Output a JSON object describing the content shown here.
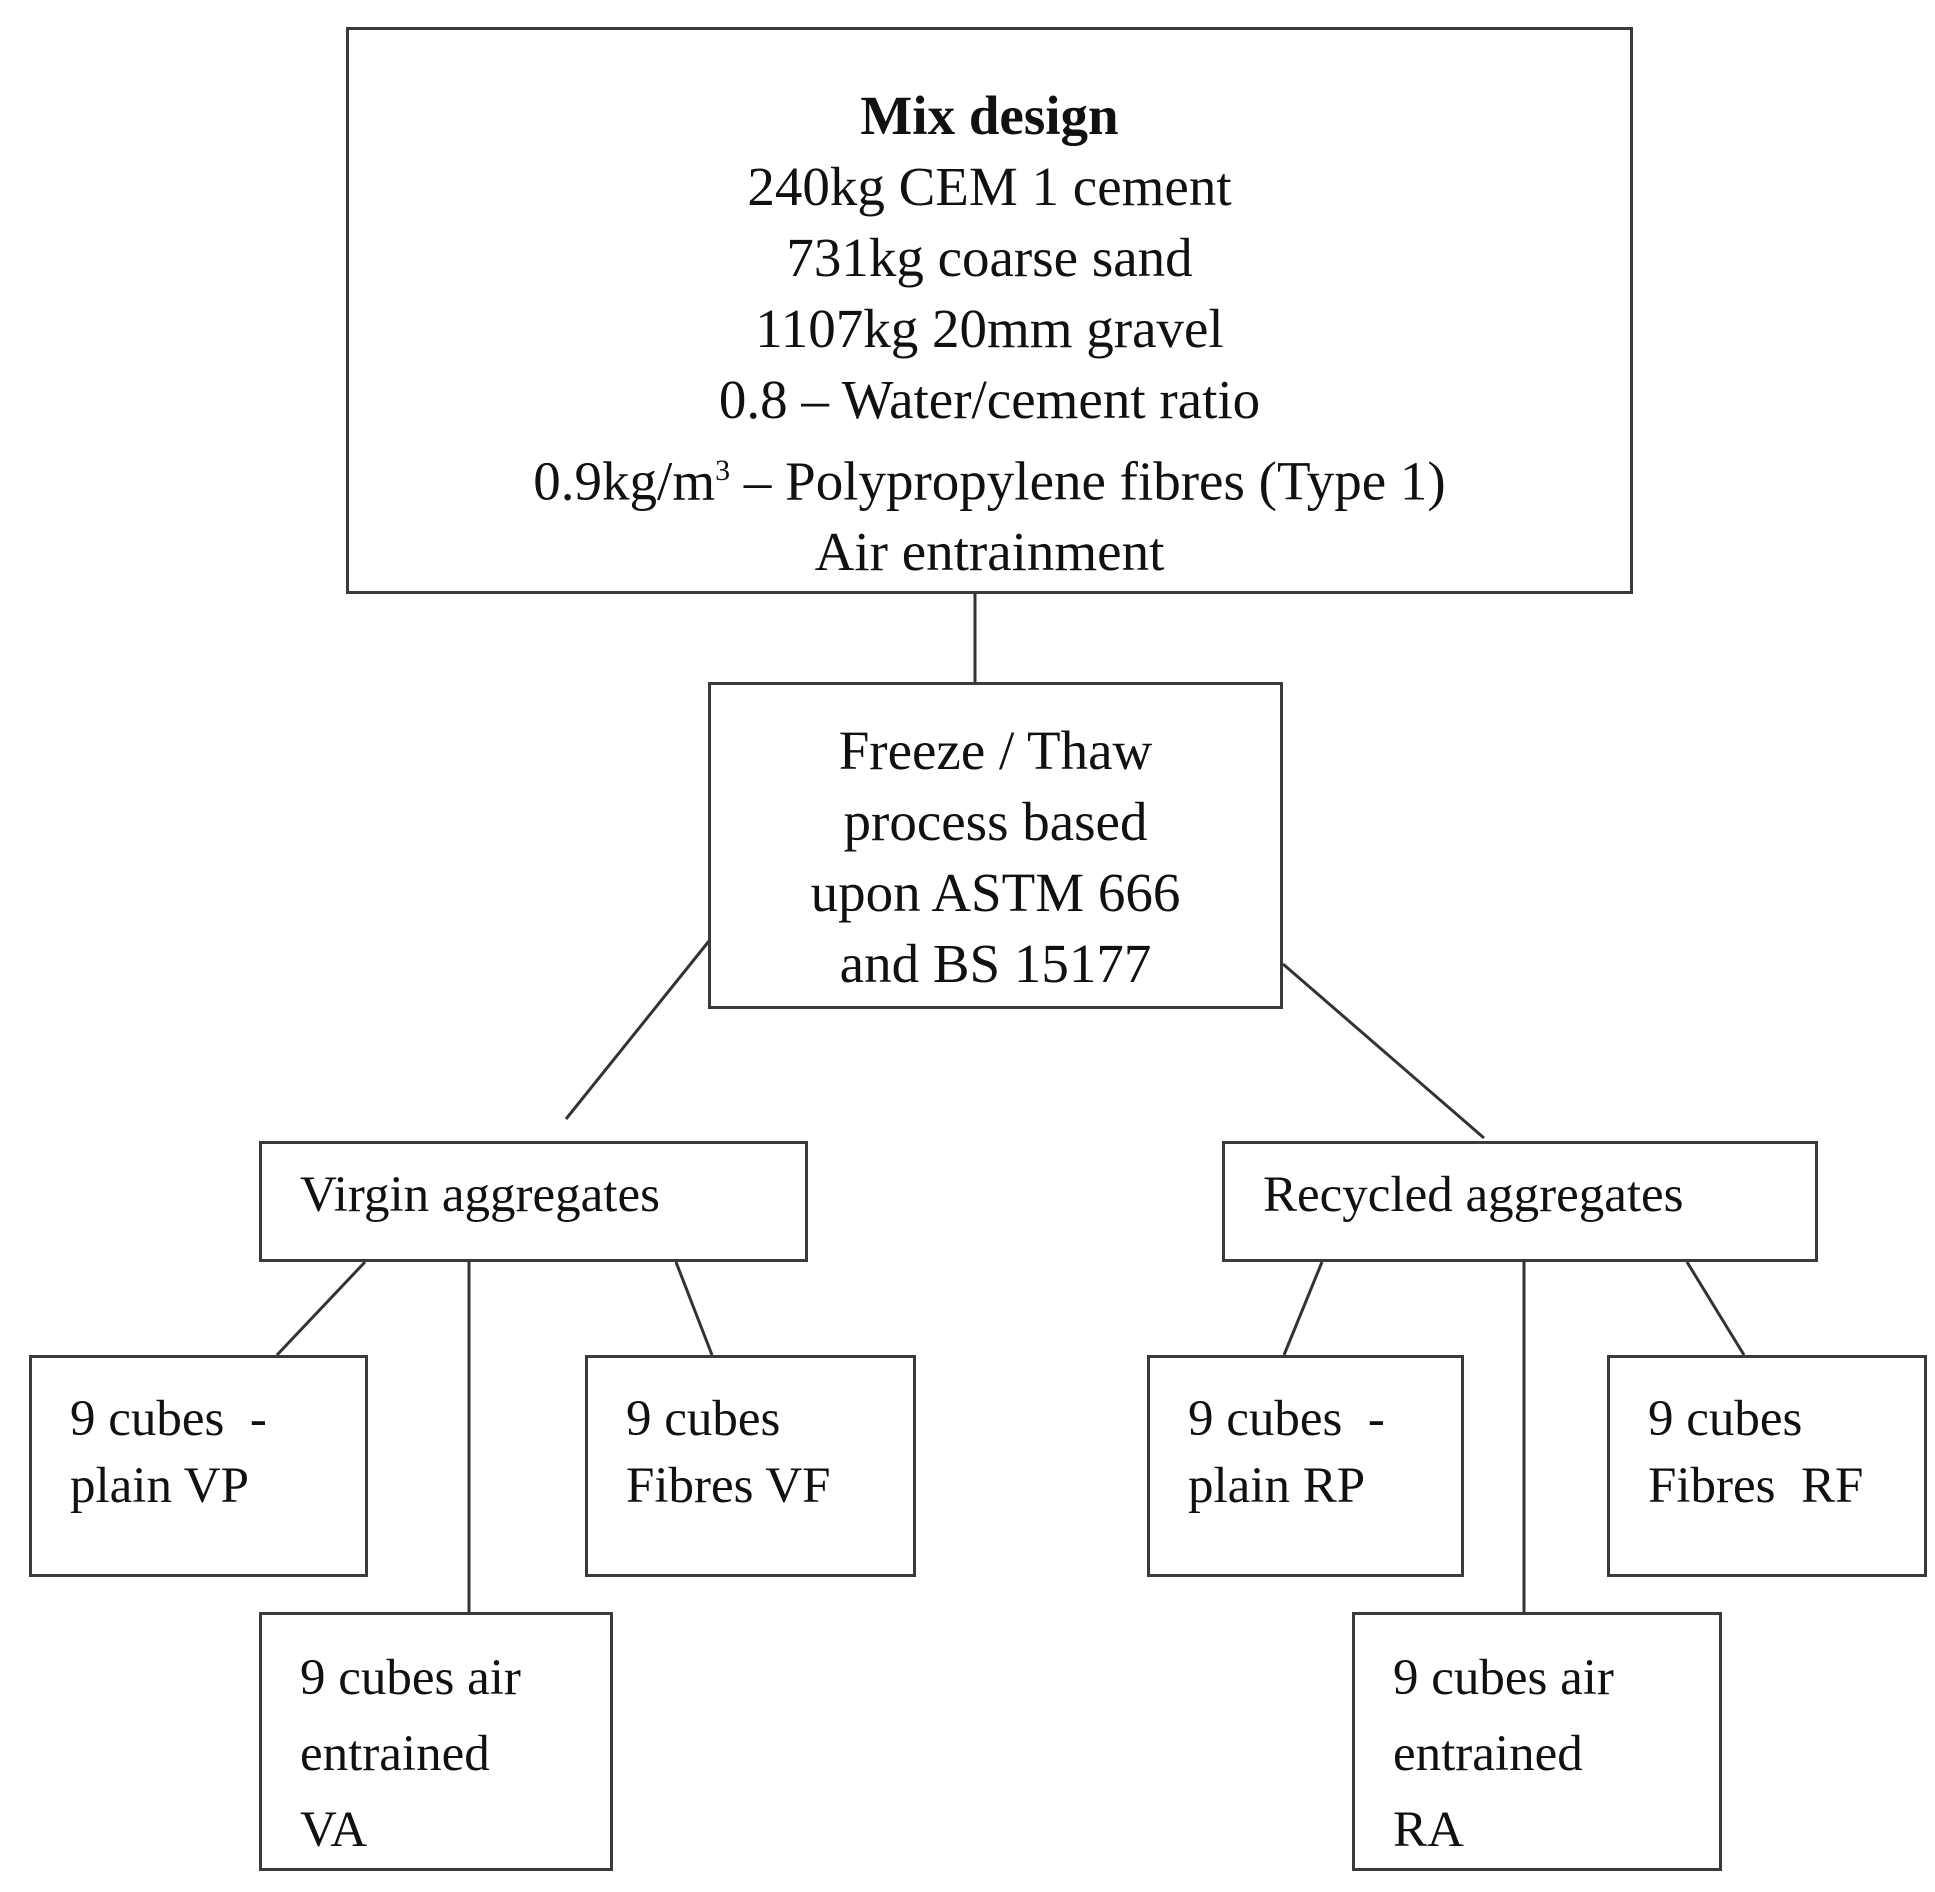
{
  "mix_design": {
    "title": "Mix design",
    "line1": "240kg CEM 1 cement",
    "line2": "731kg coarse sand",
    "line3": "1107kg 20mm gravel",
    "line4": "0.8 – Water/cement ratio",
    "line5_prefix": "0.9kg/m",
    "line5_superscript": "3",
    "line5_suffix": " – Polypropylene fibres (Type 1)",
    "line6": "Air entrainment"
  },
  "freeze_thaw": {
    "line1": "Freeze / Thaw",
    "line2": "process based",
    "line3": "upon ASTM 666",
    "line4": "and BS 15177"
  },
  "virgin": {
    "label": "Virgin aggregates",
    "plain": {
      "line1": "9 cubes  -",
      "line2": "plain VP"
    },
    "air": {
      "line1": "9 cubes air",
      "line2": "entrained",
      "line3": "VA"
    },
    "fibres": {
      "line1": "9 cubes",
      "line2": "Fibres VF"
    }
  },
  "recycled": {
    "label": "Recycled aggregates",
    "plain": {
      "line1": "9 cubes  -",
      "line2": "plain RP"
    },
    "air": {
      "line1": "9 cubes air",
      "line2": "entrained",
      "line3": "RA"
    },
    "fibres": {
      "line1": "9 cubes",
      "line2": "Fibres  RF"
    }
  }
}
